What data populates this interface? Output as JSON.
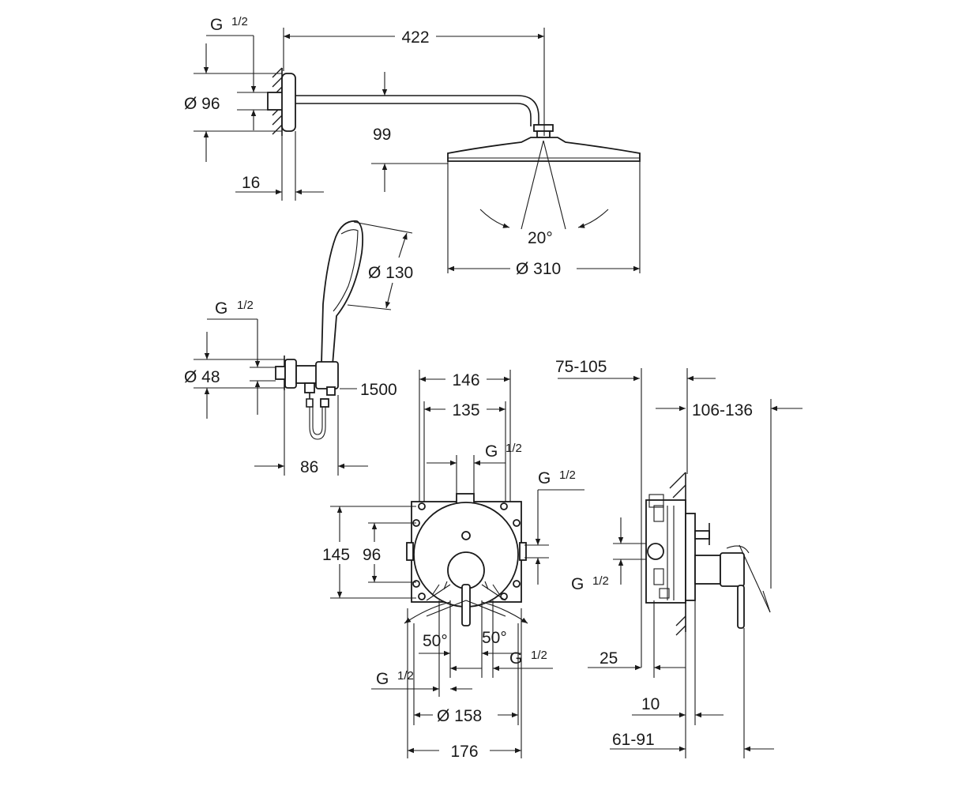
{
  "colors": {
    "line": "#1a1a1a",
    "background": "#ffffff"
  },
  "shower_head": {
    "thread": "G",
    "thread_frac": "1/2",
    "arm_length": "422",
    "flange_diameter": "Ø 96",
    "drop_height": "99",
    "wall_depth": "16",
    "tilt_angle": "20°",
    "head_diameter": "Ø 310"
  },
  "hand_shower": {
    "head_diameter": "Ø 130",
    "thread": "G",
    "thread_frac": "1/2",
    "outlet_diameter": "Ø 48",
    "hose_length": "1500",
    "projection": "86"
  },
  "mixer_front": {
    "box_width": "146",
    "hole_spacing": "135",
    "top_thread": "G",
    "top_thread_frac": "1/2",
    "side_thread": "G",
    "side_thread_frac": "1/2",
    "box_height": "145",
    "hole_height": "96",
    "angle_left": "50°",
    "angle_right": "50°",
    "bottom_thread_left": "G",
    "bottom_thread_left_frac": "1/2",
    "bottom_thread_right": "G",
    "bottom_thread_right_frac": "1/2",
    "rosette_diameter": "Ø 158",
    "overall_width": "176"
  },
  "mixer_side": {
    "install_depth": "75-105",
    "lever_depth": "106-136",
    "thread": "G",
    "thread_frac": "1/2",
    "offset": "25",
    "plate": "10",
    "total_depth": "61-91"
  }
}
